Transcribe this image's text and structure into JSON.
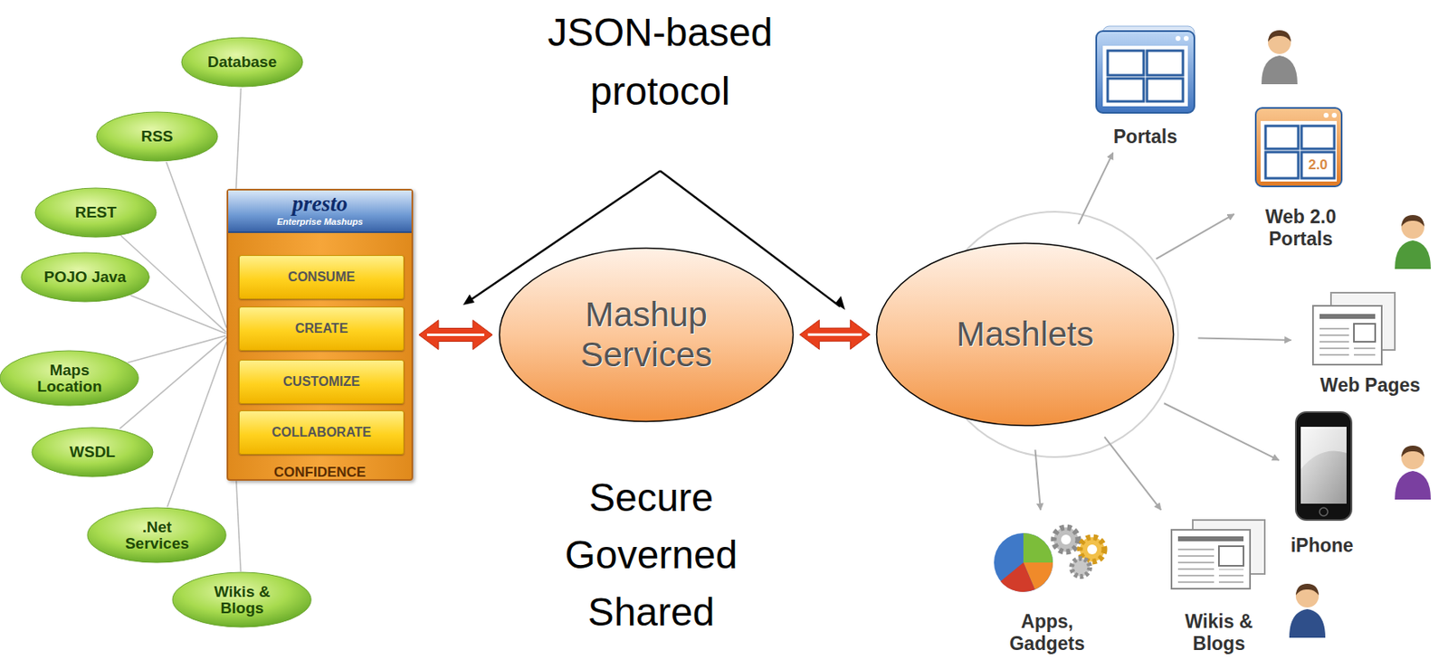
{
  "diagram": {
    "nodes": [
      {
        "text": [
          "Database"
        ]
      },
      {
        "text": [
          "RSS"
        ]
      },
      {
        "text": [
          "REST"
        ]
      },
      {
        "text": [
          "POJO Java"
        ]
      },
      {
        "text": [
          "Maps Location"
        ]
      },
      {
        "text": [
          "WSDL"
        ]
      },
      {
        "text": [
          ".Net Services"
        ]
      },
      {
        "text": [
          "Wikis & Blogs"
        ]
      },
      {
        "text": [
          "presto",
          "Enterprise Mashups",
          "CONFIDENCE"
        ]
      },
      {
        "text": [
          "CONSUME"
        ],
        "in": 8
      },
      {
        "text": [
          "CREATE"
        ],
        "in": 8
      },
      {
        "text": [
          "CUSTOMIZE"
        ],
        "in": 8
      },
      {
        "text": [
          "COLLABORATE"
        ],
        "in": 8
      },
      {
        "text": [
          "Mashup Services"
        ]
      },
      {
        "text": [
          "Mashlets"
        ]
      },
      {
        "text": [
          "Portals"
        ]
      },
      {
        "text": [
          "Web 2.0 Portals"
        ]
      },
      {
        "text": [
          "Web Pages"
        ]
      },
      {
        "text": [
          "iPhone"
        ]
      },
      {
        "text": [
          "Wikis & Blogs"
        ]
      },
      {
        "text": [
          "Apps, Gadgets"
        ]
      }
    ],
    "edges": [
      {
        "from": 0,
        "to": 8,
        "arrow": "none"
      },
      {
        "from": 1,
        "to": 8,
        "arrow": "none"
      },
      {
        "from": 2,
        "to": 8,
        "arrow": "none"
      },
      {
        "from": 3,
        "to": 8,
        "arrow": "none"
      },
      {
        "from": 4,
        "to": 8,
        "arrow": "none"
      },
      {
        "from": 5,
        "to": 8,
        "arrow": "none"
      },
      {
        "from": 6,
        "to": 8,
        "arrow": "none"
      },
      {
        "from": 7,
        "to": 8,
        "arrow": "none"
      },
      {
        "from": 8,
        "to": 13,
        "arrow": "both"
      },
      {
        "from": 13,
        "to": 14,
        "arrow": "both"
      },
      {
        "from": 14,
        "to": 15,
        "arrow": "to"
      },
      {
        "from": 14,
        "to": 16,
        "arrow": "to"
      },
      {
        "from": 14,
        "to": 17,
        "arrow": "to"
      },
      {
        "from": 14,
        "to": 18,
        "arrow": "to"
      },
      {
        "from": 14,
        "to": 19,
        "arrow": "to"
      },
      {
        "from": 14,
        "to": 20,
        "arrow": "to"
      }
    ],
    "labels": [
      "JSON-based protocol",
      "Secure Governed Shared",
      "2.0"
    ]
  }
}
